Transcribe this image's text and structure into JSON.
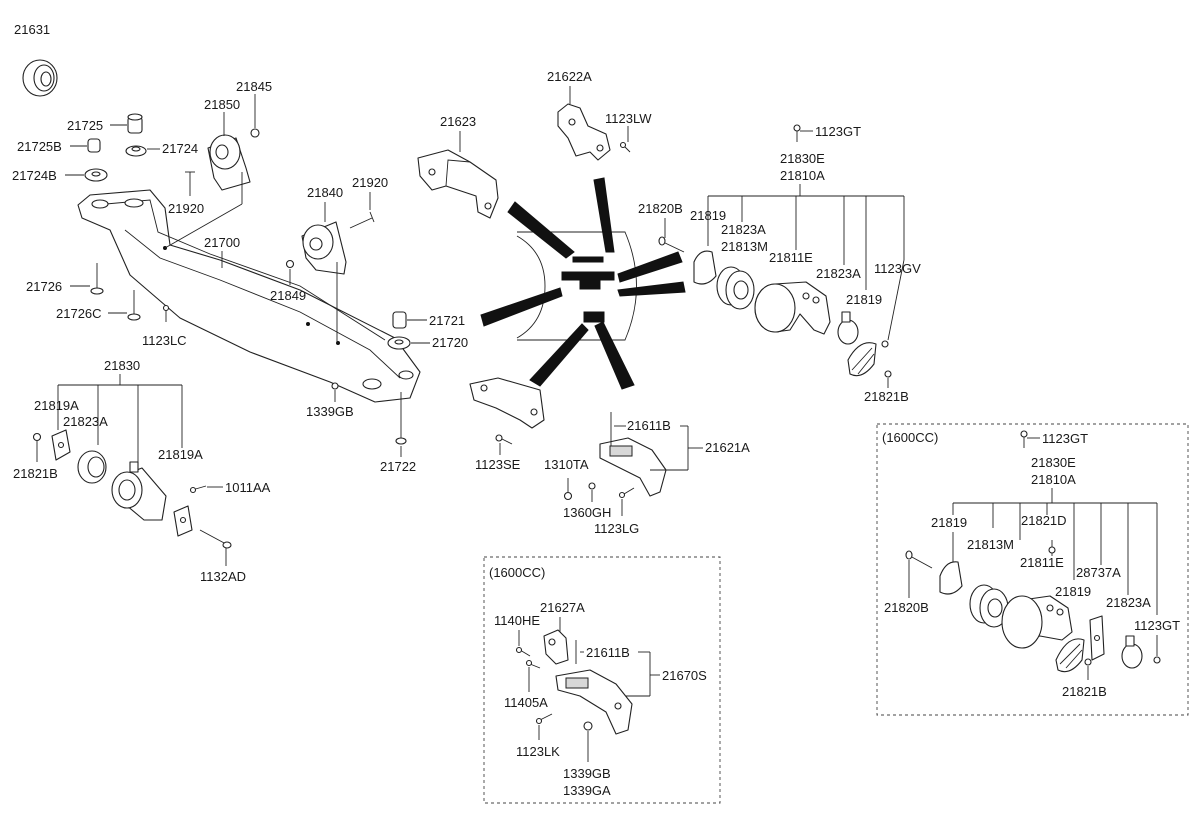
{
  "labels": {
    "p21631": "21631",
    "p21845": "21845",
    "p21850": "21850",
    "p21725": "21725",
    "p21725B": "21725B",
    "p21724": "21724",
    "p21724B": "21724B",
    "p21920a": "21920",
    "p21920b": "21920",
    "p21840": "21840",
    "p21700": "21700",
    "p21726": "21726",
    "p21849": "21849",
    "p21726C": "21726C",
    "p1123LC": "1123LC",
    "p21721": "21721",
    "p21720": "21720",
    "p1339GB": "1339GB",
    "p21722": "21722",
    "p21830": "21830",
    "p21819A_a": "21819A",
    "p21823A_a": "21823A",
    "p21821B_a": "21821B",
    "p21819A_b": "21819A",
    "p1011AA": "1011AA",
    "p1132AD": "1132AD",
    "p21623": "21623",
    "p21622A": "21622A",
    "p1123LW": "1123LW",
    "p1123GT_a": "1123GT",
    "p21830E_a": "21830E",
    "p21810A_a": "21810A",
    "p21820B_a": "21820B",
    "p21819_a": "21819",
    "p21823A_b": "21823A",
    "p21813M_a": "21813M",
    "p21811E_a": "21811E",
    "p21823A_c": "21823A",
    "p1123GV": "1123GV",
    "p21819_b": "21819",
    "p21821B_b": "21821B",
    "p1123SE": "1123SE",
    "p21611B_a": "21611B",
    "p21621A": "21621A",
    "p1310TA": "1310TA",
    "p1360GH": "1360GH",
    "p1123LG": "1123LG",
    "box1_title": "(1600CC)",
    "p21627A": "21627A",
    "p1140HE": "1140HE",
    "p21611B_b": "21611B",
    "p21670S": "21670S",
    "p11405A": "11405A",
    "p1123LK": "1123LK",
    "p1339GB_b": "1339GB",
    "p1339GA": "1339GA",
    "box2_title": "(1600CC)",
    "p1123GT_b": "1123GT",
    "p21830E_b": "21830E",
    "p21810A_b": "21810A",
    "p21819_c": "21819",
    "p21821D": "21821D",
    "p21813M_b": "21813M",
    "p21811E_b": "21811E",
    "p28737A": "28737A",
    "p21820B_b": "21820B",
    "p21819_d": "21819",
    "p21823A_d": "21823A",
    "p1123GT_c": "1123GT",
    "p21821B_c": "21821B"
  }
}
